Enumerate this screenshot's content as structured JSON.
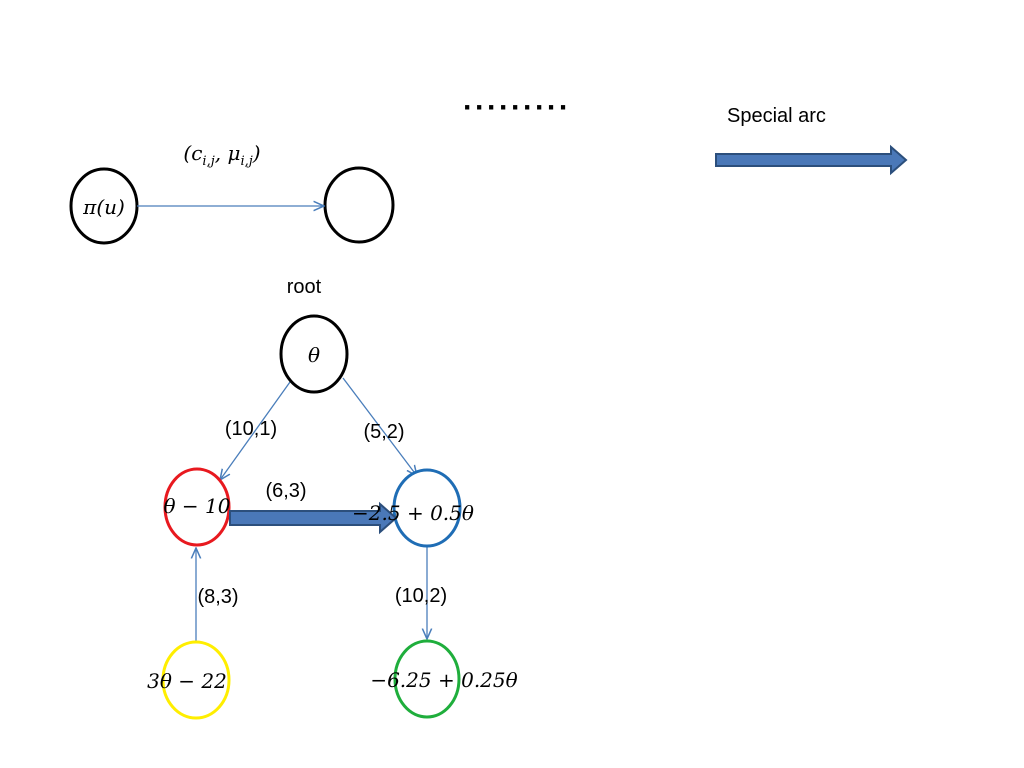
{
  "legend": {
    "ellipsis": "·········",
    "special_arc_label": "Special arc"
  },
  "example": {
    "node_label": "π(u)",
    "arc_label": "(c_{i,j}, μ_{i,j})"
  },
  "tree": {
    "root_caption": "root",
    "nodes": {
      "root": "θ",
      "left": "θ − 10",
      "right": "−2.5 + 0.5θ",
      "bottom_left": "3θ − 22",
      "bottom_right": "−6.25 + 0.25θ"
    },
    "arcs": {
      "root_left": "(10,1)",
      "root_right": "(5,2)",
      "left_right": "(6,3)",
      "bottom_left_up": "(8,3)",
      "right_down": "(10,2)"
    }
  },
  "colors": {
    "node_black": "#000000",
    "node_red": "#e8191f",
    "node_blue": "#1f6db5",
    "node_yellow": "#ffee00",
    "node_green": "#1fae3c",
    "thin_arc": "#4a7ebb",
    "special_arc_fill": "#4a78b8",
    "special_arc_stroke": "#2c4f7c"
  }
}
